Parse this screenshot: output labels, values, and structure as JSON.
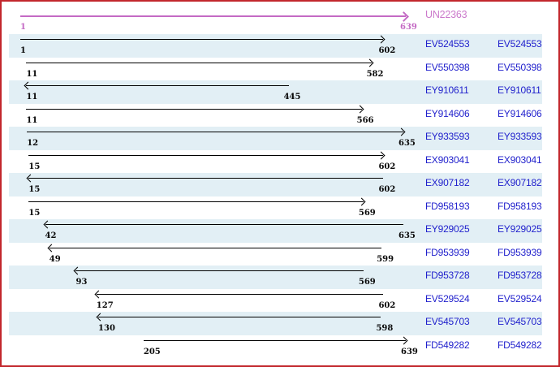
{
  "viewer": {
    "reference": {
      "name": "UN22363",
      "start": 1,
      "end": 639,
      "direction": "right"
    },
    "scale": {
      "min": 1,
      "max": 639
    },
    "rows": [
      {
        "accession": "EV524553",
        "start": 1,
        "end": 602,
        "direction": "right"
      },
      {
        "accession": "EV550398",
        "start": 11,
        "end": 582,
        "direction": "right"
      },
      {
        "accession": "EY910611",
        "start": 11,
        "end": 445,
        "direction": "left"
      },
      {
        "accession": "EY914606",
        "start": 11,
        "end": 566,
        "direction": "right"
      },
      {
        "accession": "EY933593",
        "start": 12,
        "end": 635,
        "direction": "right"
      },
      {
        "accession": "EX903041",
        "start": 15,
        "end": 602,
        "direction": "right"
      },
      {
        "accession": "EX907182",
        "start": 15,
        "end": 602,
        "direction": "left"
      },
      {
        "accession": "FD958193",
        "start": 15,
        "end": 569,
        "direction": "right"
      },
      {
        "accession": "EY929025",
        "start": 42,
        "end": 635,
        "direction": "left"
      },
      {
        "accession": "FD953939",
        "start": 49,
        "end": 599,
        "direction": "left"
      },
      {
        "accession": "FD953728",
        "start": 93,
        "end": 569,
        "direction": "left"
      },
      {
        "accession": "EV529524",
        "start": 127,
        "end": 602,
        "direction": "left"
      },
      {
        "accession": "EV545703",
        "start": 130,
        "end": 598,
        "direction": "left"
      },
      {
        "accession": "FD549282",
        "start": 205,
        "end": 639,
        "direction": "right"
      }
    ],
    "colors": {
      "frame_border": "#c2262c",
      "reference_magenta": "#c46ac4",
      "accession_blue": "#1f1fcc",
      "row_shading": "#e2eff5",
      "arrow_black": "#000000"
    }
  }
}
